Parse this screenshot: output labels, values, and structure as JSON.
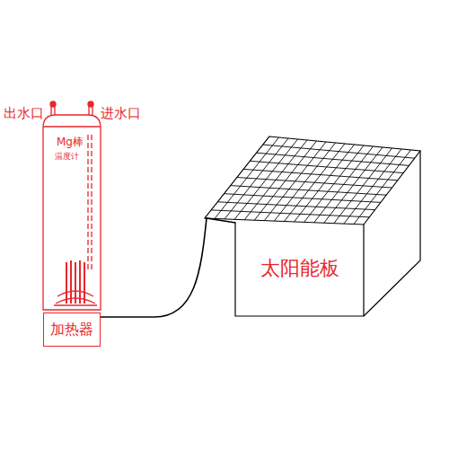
{
  "diagram": {
    "nodes": [
      {
        "text": [
          "加热器"
        ]
      },
      {
        "text": [
          "太阳能板"
        ]
      }
    ],
    "edges": [
      {
        "from": 0,
        "to": 1,
        "arrow": "none"
      }
    ],
    "labels": [
      "出水口",
      "进水口",
      "Mg棒",
      "温度计"
    ]
  }
}
